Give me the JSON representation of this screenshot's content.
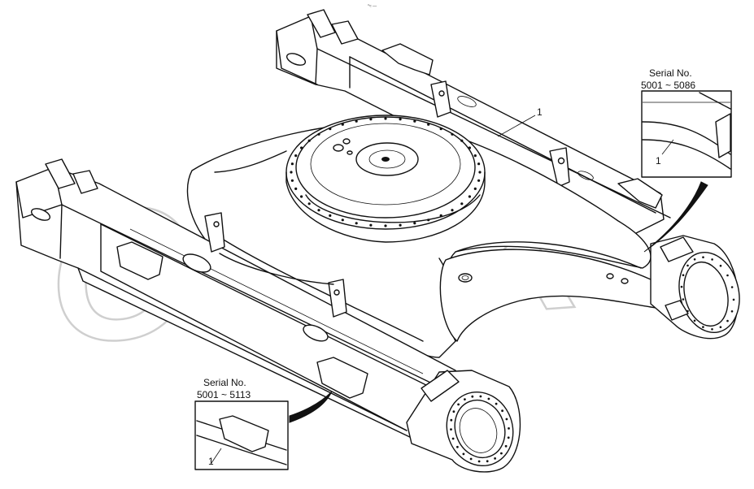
{
  "watermark": {
    "text": "OPEX"
  },
  "header_mark": "°≈ —",
  "callouts": {
    "top": {
      "serial_label": "Serial No.",
      "serial_range": "5001 ~ 5086",
      "part_number": "1"
    },
    "bottom": {
      "serial_label": "Serial No.",
      "serial_range": "5001 ~ 5113",
      "part_number": "1"
    }
  },
  "main_part_number": "1"
}
